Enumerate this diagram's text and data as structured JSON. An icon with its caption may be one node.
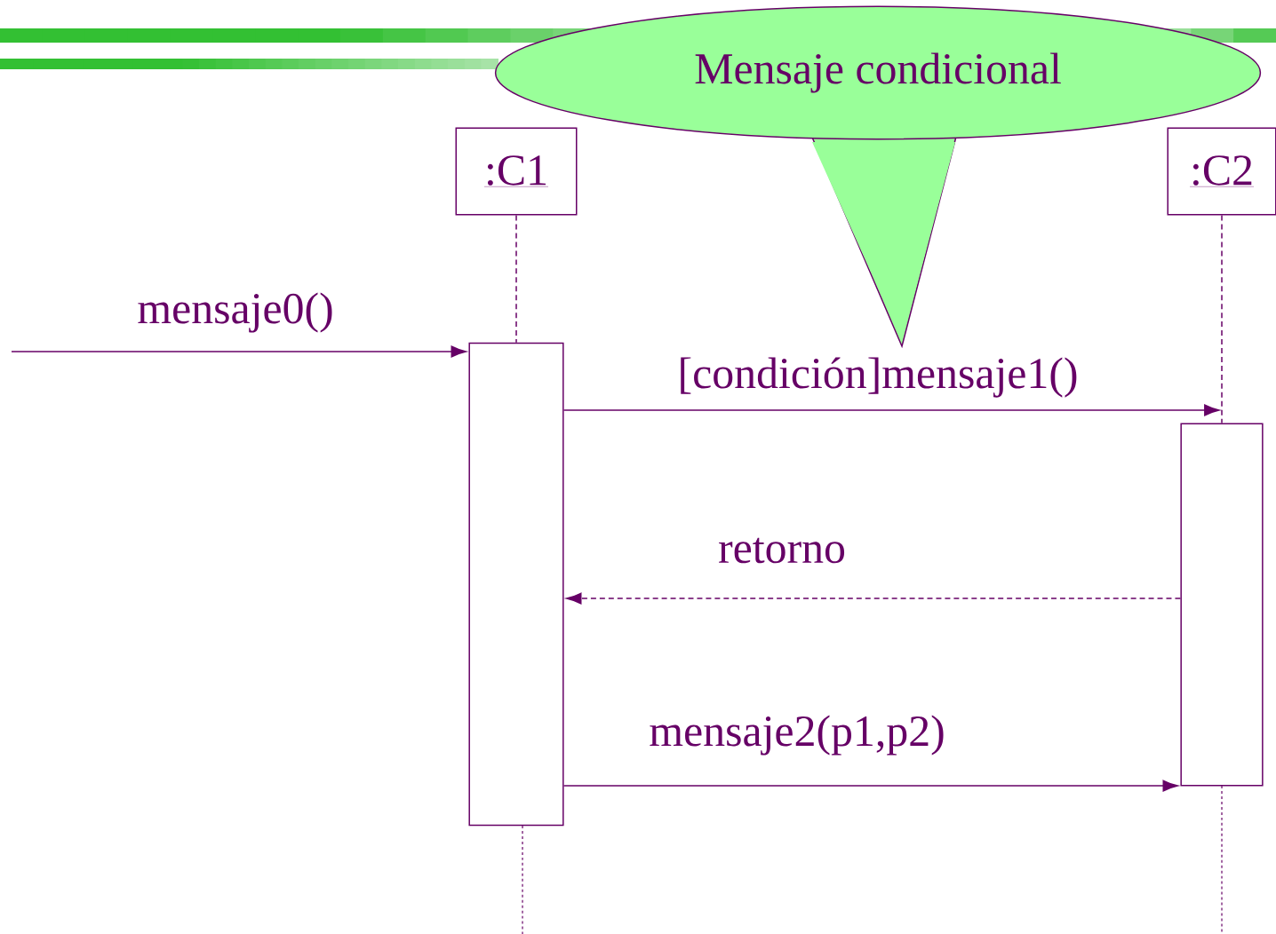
{
  "diagram": {
    "nodes": [
      {
        "text": [
          ":C1"
        ]
      },
      {
        "text": [
          ":C2"
        ]
      },
      {
        "text": [],
        "shape": "box"
      },
      {
        "text": [],
        "shape": "box"
      },
      {
        "text": [
          "Mensaje condicional"
        ]
      }
    ],
    "edges": [
      {
        "from": 0,
        "to": 2,
        "arrow": "none",
        "style": "dashed"
      },
      {
        "from": 1,
        "to": 3,
        "arrow": "none",
        "style": "dashed"
      },
      {
        "from": null,
        "to": 2,
        "arrow": "to",
        "label": "mensaje0()"
      },
      {
        "from": 2,
        "to": 3,
        "arrow": "to",
        "label": "[condición]mensaje1()"
      },
      {
        "from": 3,
        "to": 2,
        "arrow": "to",
        "style": "dashed",
        "label": "retorno"
      },
      {
        "from": 2,
        "to": 3,
        "arrow": "to",
        "label": "mensaje2(p1,p2)"
      }
    ]
  }
}
